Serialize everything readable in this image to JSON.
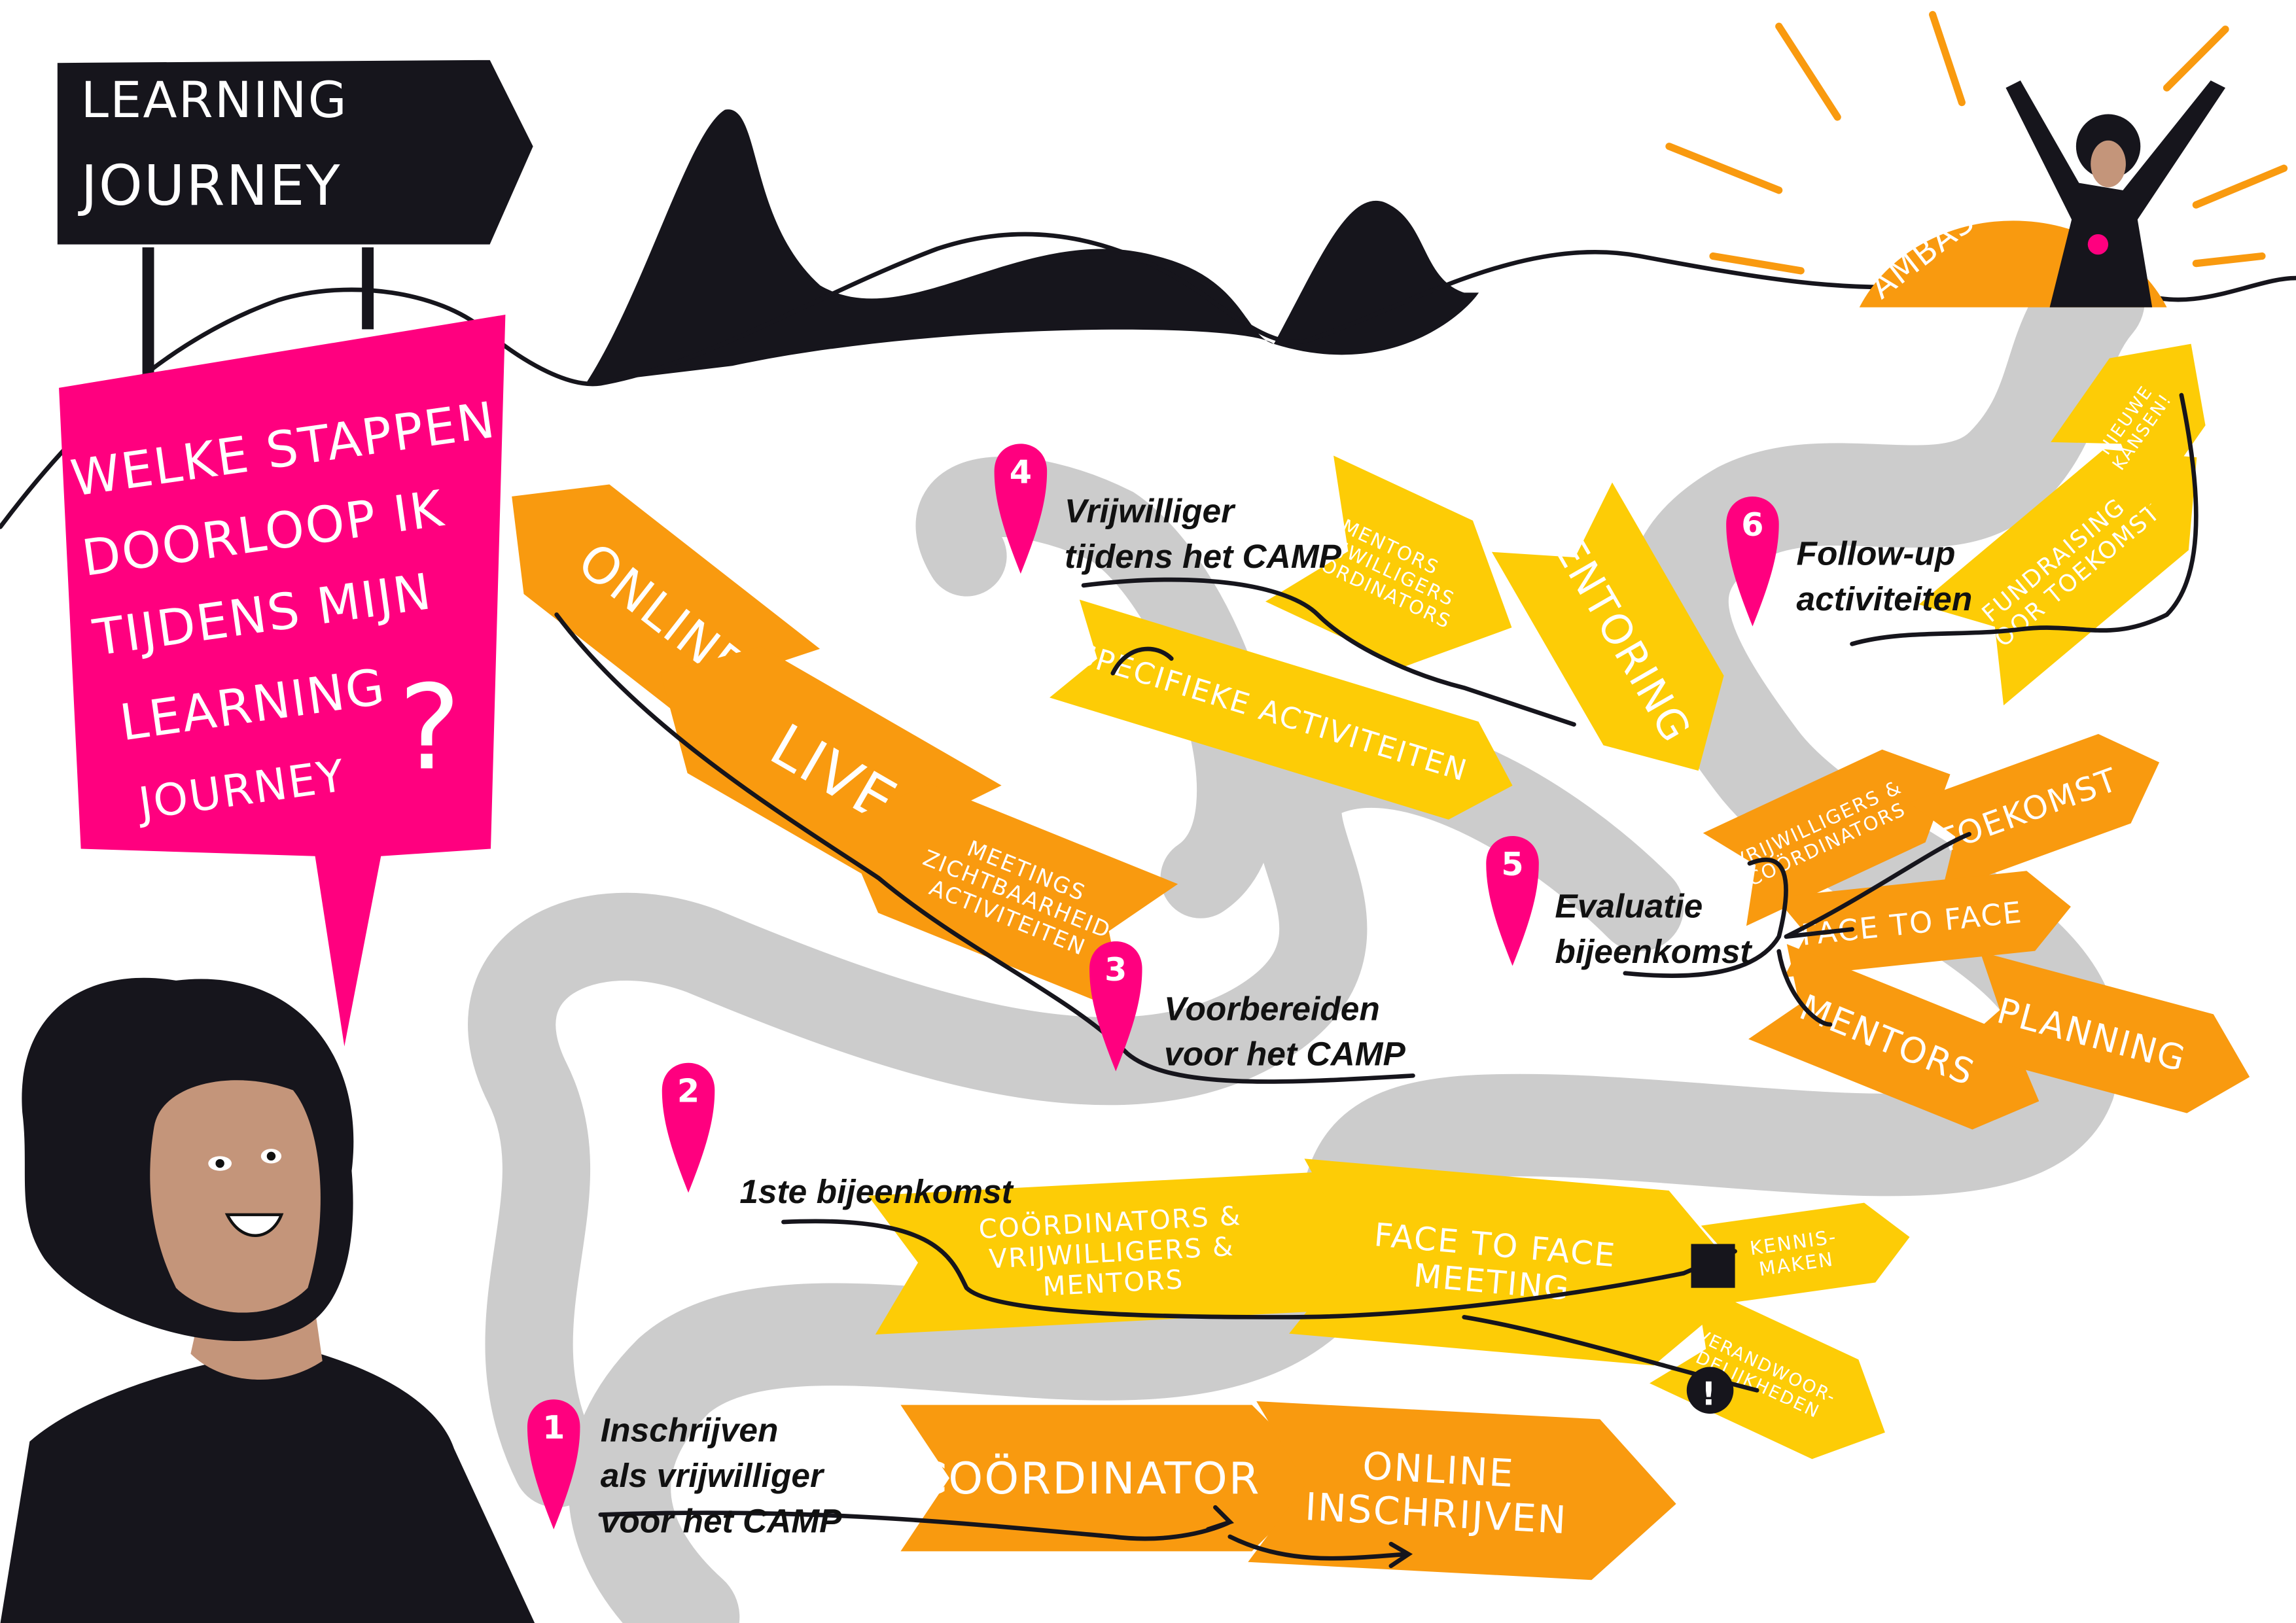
{
  "sign": {
    "line1": "LEARNING",
    "line2": "JOURNEY"
  },
  "question": {
    "lines": [
      "WELKE STAPPEN",
      "DOORLOOP IK",
      "TIJDENS MIJN",
      "LEARNING",
      "JOURNEY"
    ],
    "mark": "?"
  },
  "ambassadeur": "AMBASSADEUR",
  "steps": [
    {
      "num": "1",
      "lines": [
        "Inschrijven",
        "als vrijwilliger",
        "voor het CAMP"
      ]
    },
    {
      "num": "2",
      "lines": [
        "1ste bijeenkomst"
      ]
    },
    {
      "num": "3",
      "lines": [
        "Voorbereiden",
        "voor het CAMP"
      ]
    },
    {
      "num": "4",
      "lines": [
        "Vrijwilliger",
        "tijdens het CAMP"
      ]
    },
    {
      "num": "5",
      "lines": [
        "Evaluatie",
        "bijeenkomst"
      ]
    },
    {
      "num": "6",
      "lines": [
        "Follow-up",
        "activiteiten"
      ]
    }
  ],
  "banners": {
    "online": [
      "ONLINE"
    ],
    "live": [
      "LIVE"
    ],
    "meetings": [
      "MEETINGS",
      "ZICHTBAARHEID",
      "ACTIVITEITEN"
    ],
    "mentors4": [
      "MENTORS",
      "VRIJWILLIGERS",
      "COÖRDINATORS"
    ],
    "specifieke": [
      "SPECIFIEKE ACTIVITEITEN"
    ],
    "mentoring": [
      "MENTORING"
    ],
    "vrijw5": [
      "VRIJWILLIGERS &",
      "COÖRDINATORS"
    ],
    "toekomst": [
      "TOEKOMST"
    ],
    "f2f5": [
      "FACE TO FACE"
    ],
    "mentors5": [
      "MENTORS"
    ],
    "planning": [
      "PLANNING"
    ],
    "fundraising": [
      "FUNDRAISING",
      "VOOR TOEKOMST"
    ],
    "nieuwe": [
      "NIEUWE",
      "KANSEN!"
    ],
    "coord2": [
      "COÖRDINATORS &",
      "VRIJWILLIGERS &",
      "MENTORS"
    ],
    "f2f2": [
      "FACE TO FACE",
      "MEETING"
    ],
    "kennis": [
      "KENNIS-",
      "MAKEN"
    ],
    "verand": [
      "VERANDWOOR-",
      "DELIJKHEDEN"
    ],
    "coord1": [
      "COÖRDINATOR"
    ],
    "online1": [
      "ONLINE",
      "INSCHRIJVEN"
    ]
  },
  "colors": {
    "pink": "#ff007f",
    "orange": "#f99a0f",
    "yellow": "#fdcc06",
    "road": "#cccccc",
    "ink": "#16151c",
    "skin": "#c4957a"
  }
}
